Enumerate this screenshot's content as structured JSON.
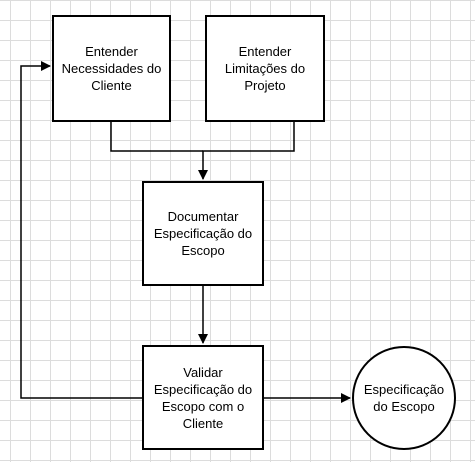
{
  "diagram": {
    "nodes": [
      {
        "id": "entender-necessidades",
        "shape": "rectangle",
        "label": "Entender\nNecessidades do\nCliente"
      },
      {
        "id": "entender-limitacoes",
        "shape": "rectangle",
        "label": "Entender\nLimitações do\nProjeto"
      },
      {
        "id": "documentar",
        "shape": "rectangle",
        "label": "Documentar\nEspecificação do\nEscopo"
      },
      {
        "id": "validar",
        "shape": "rectangle",
        "label": "Validar\nEspecificação do\nEscopo com o\nCliente"
      },
      {
        "id": "especificacao",
        "shape": "circle",
        "label": "Especificação\ndo Escopo"
      }
    ],
    "edges": [
      {
        "from": "entender-necessidades",
        "to": "documentar"
      },
      {
        "from": "entender-limitacoes",
        "to": "documentar"
      },
      {
        "from": "documentar",
        "to": "validar"
      },
      {
        "from": "validar",
        "to": "especificacao"
      },
      {
        "from": "validar",
        "to": "entender-necessidades"
      }
    ],
    "colors": {
      "background": "#ffffff",
      "grid": "#dcdcdc",
      "stroke": "#000000"
    }
  }
}
